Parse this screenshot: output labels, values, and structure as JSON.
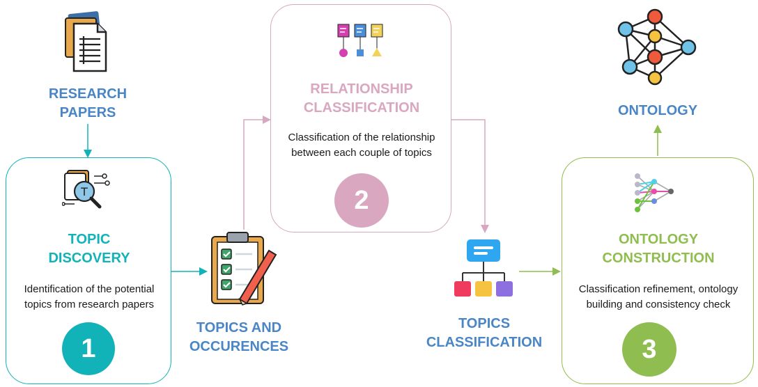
{
  "research_papers": {
    "label_line1": "RESEARCH",
    "label_line2": "PAPERS",
    "icon": "documents-icon"
  },
  "topic_discovery": {
    "title_line1": "TOPIC",
    "title_line2": "DISCOVERY",
    "desc_line1": "Identification of the potential",
    "desc_line2": "topics from research papers",
    "number": "1",
    "icon": "text-search-icon",
    "color": "#12b3b8"
  },
  "topics_occurences": {
    "label_line1": "TOPICS AND",
    "label_line2": "OCCURENCES",
    "icon": "clipboard-checklist-icon"
  },
  "relationship_classification": {
    "title_line1": "RELATIONSHIP",
    "title_line2": "CLASSIFICATION",
    "desc_line1": "Classification of the relationship",
    "desc_line2": "between each couple of topics",
    "number": "2",
    "icon": "kanban-icon",
    "color": "#d9a7c0"
  },
  "topics_classification": {
    "label_line1": "TOPICS",
    "label_line2": "CLASSIFICATION",
    "icon": "hierarchy-icon"
  },
  "ontology_construction": {
    "title_line1": "ONTOLOGY",
    "title_line2": "CONSTRUCTION",
    "desc_line1": "Classification refinement, ontology",
    "desc_line2": "building and consistency check",
    "number": "3",
    "icon": "neural-network-icon",
    "color": "#8fbd4f"
  },
  "ontology": {
    "label": "ONTOLOGY",
    "icon": "network-graph-icon"
  },
  "colors": {
    "blue_label": "#4a86c5",
    "teal": "#12b3b8",
    "pink": "#d9a7c0",
    "green": "#8fbd4f"
  }
}
